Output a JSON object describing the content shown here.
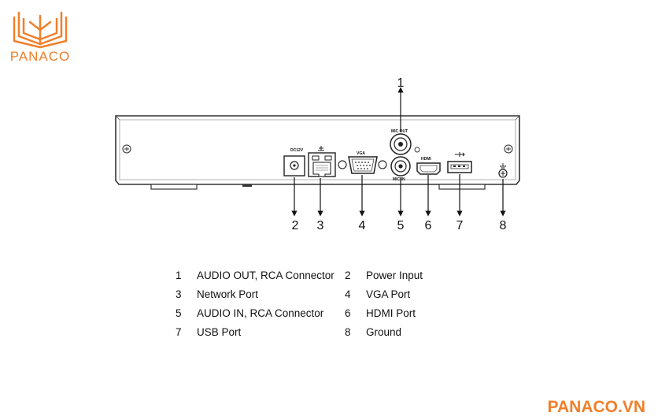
{
  "logo": {
    "brand": "PANACO",
    "color": "#F07F2A"
  },
  "panel_labels": {
    "mic_out": "MIC OUT",
    "mic_in": "MIC IN",
    "dc_in": "DC12V",
    "vga": "VGA",
    "hdmi": "HDMI"
  },
  "callouts": [
    "1",
    "2",
    "3",
    "4",
    "5",
    "6",
    "7",
    "8"
  ],
  "legend": [
    {
      "num": "1",
      "label": "AUDIO OUT, RCA Connector"
    },
    {
      "num": "2",
      "label": "Power Input"
    },
    {
      "num": "3",
      "label": "Network Port"
    },
    {
      "num": "4",
      "label": "VGA Port"
    },
    {
      "num": "5",
      "label": "AUDIO IN, RCA Connector"
    },
    {
      "num": "6",
      "label": "HDMI Port"
    },
    {
      "num": "7",
      "label": "USB Port"
    },
    {
      "num": "8",
      "label": "Ground"
    }
  ],
  "footer": {
    "site": "PANACO.VN"
  }
}
